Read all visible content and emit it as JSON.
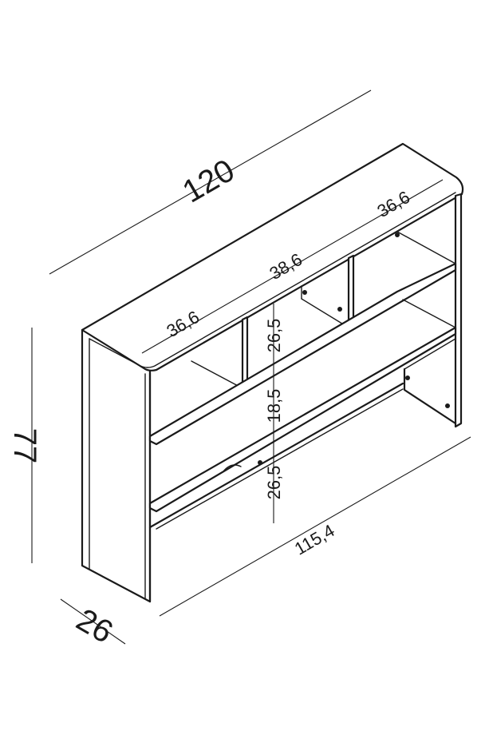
{
  "dimensions": {
    "overall_width": "120",
    "overall_height": "77",
    "depth": "26",
    "inner_width": "115,4",
    "top_left_compartment": "36,6",
    "top_middle_compartment": "38,6",
    "top_right_compartment": "36,6",
    "upper_shelf_height": "26,5",
    "middle_shelf_height": "18,5",
    "lower_shelf_height": "26,5"
  },
  "colors": {
    "line": "#1a1a1a",
    "background": "#ffffff"
  }
}
